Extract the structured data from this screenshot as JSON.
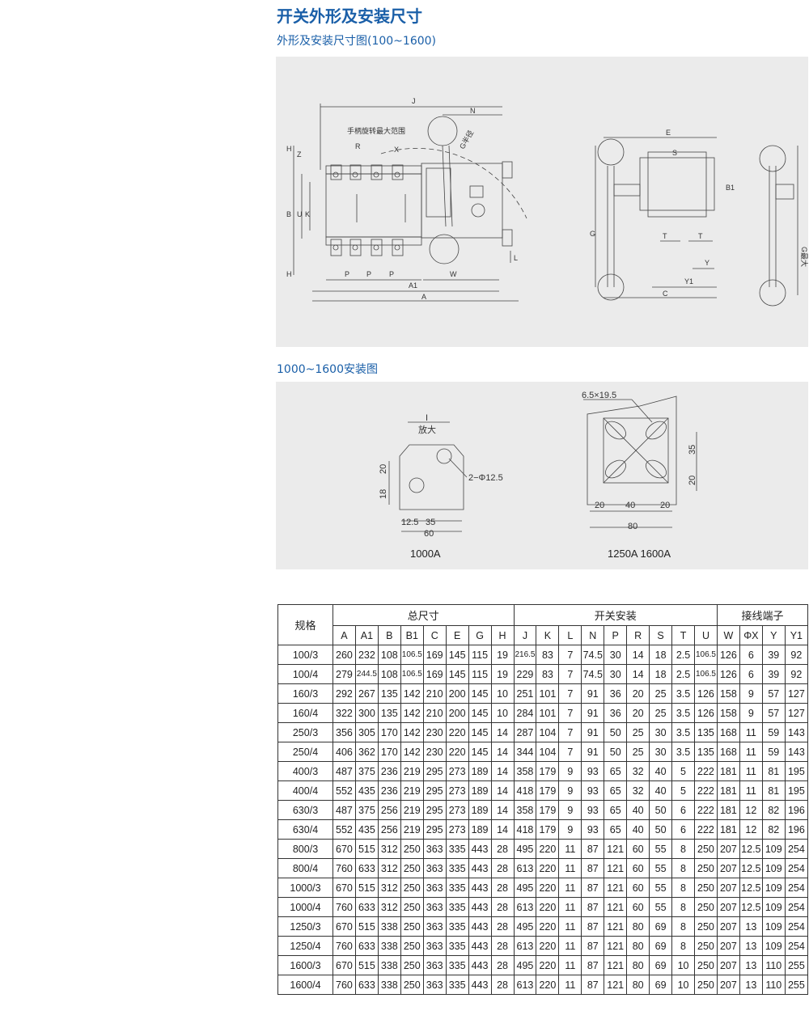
{
  "page": {
    "title": "开关外形及安装尺寸",
    "section1_title": "外形及安装尺寸图(100~1600)",
    "section2_title": "1000~1600安装图"
  },
  "drawing1": {
    "labels": {
      "J": "J",
      "N": "N",
      "handle_range": "手柄旋转最大范围",
      "G_radius": "G半径",
      "R": "R",
      "X": "X",
      "H": "H",
      "Z": "Z",
      "B": "B",
      "U": "U",
      "K": "K",
      "P": "P",
      "W": "W",
      "A1": "A1",
      "A": "A",
      "L": "L",
      "E": "E",
      "S": "S",
      "B1": "B1",
      "G": "G",
      "T": "T",
      "Y": "Y",
      "Y1": "Y1",
      "C": "C",
      "G_max": "G最大"
    }
  },
  "drawing2": {
    "I": "I",
    "enlarge": "放大",
    "d20": "20",
    "d18": "18",
    "hole": "2−Φ12.5",
    "d12_5": "12.5",
    "d35": "35",
    "d60": "60",
    "cap_left": "1000A",
    "slot": "6.5×19.5",
    "r35": "35",
    "r20": "20",
    "b20a": "20",
    "b40": "40",
    "b20b": "20",
    "b80": "80",
    "cap_right": "1250A  1600A"
  },
  "table": {
    "spec_header": "规格",
    "groups": [
      "总尺寸",
      "开关安装",
      "接线端子"
    ],
    "columns": [
      "A",
      "A1",
      "B",
      "B1",
      "C",
      "E",
      "G",
      "H",
      "J",
      "K",
      "L",
      "N",
      "P",
      "R",
      "S",
      "T",
      "U",
      "W",
      "ΦX",
      "Y",
      "Y1"
    ],
    "rows": [
      [
        "100/3",
        "260",
        "232",
        "108",
        "106.5",
        "169",
        "145",
        "115",
        "19",
        "216.5",
        "83",
        "7",
        "74.5",
        "30",
        "14",
        "18",
        "2.5",
        "106.5",
        "126",
        "6",
        "39",
        "92"
      ],
      [
        "100/4",
        "279",
        "244.5",
        "108",
        "106.5",
        "169",
        "145",
        "115",
        "19",
        "229",
        "83",
        "7",
        "74.5",
        "30",
        "14",
        "18",
        "2.5",
        "106.5",
        "126",
        "6",
        "39",
        "92"
      ],
      [
        "160/3",
        "292",
        "267",
        "135",
        "142",
        "210",
        "200",
        "145",
        "10",
        "251",
        "101",
        "7",
        "91",
        "36",
        "20",
        "25",
        "3.5",
        "126",
        "158",
        "9",
        "57",
        "127"
      ],
      [
        "160/4",
        "322",
        "300",
        "135",
        "142",
        "210",
        "200",
        "145",
        "10",
        "284",
        "101",
        "7",
        "91",
        "36",
        "20",
        "25",
        "3.5",
        "126",
        "158",
        "9",
        "57",
        "127"
      ],
      [
        "250/3",
        "356",
        "305",
        "170",
        "142",
        "230",
        "220",
        "145",
        "14",
        "287",
        "104",
        "7",
        "91",
        "50",
        "25",
        "30",
        "3.5",
        "135",
        "168",
        "11",
        "59",
        "143"
      ],
      [
        "250/4",
        "406",
        "362",
        "170",
        "142",
        "230",
        "220",
        "145",
        "14",
        "344",
        "104",
        "7",
        "91",
        "50",
        "25",
        "30",
        "3.5",
        "135",
        "168",
        "11",
        "59",
        "143"
      ],
      [
        "400/3",
        "487",
        "375",
        "236",
        "219",
        "295",
        "273",
        "189",
        "14",
        "358",
        "179",
        "9",
        "93",
        "65",
        "32",
        "40",
        "5",
        "222",
        "181",
        "11",
        "81",
        "195"
      ],
      [
        "400/4",
        "552",
        "435",
        "236",
        "219",
        "295",
        "273",
        "189",
        "14",
        "418",
        "179",
        "9",
        "93",
        "65",
        "32",
        "40",
        "5",
        "222",
        "181",
        "11",
        "81",
        "195"
      ],
      [
        "630/3",
        "487",
        "375",
        "256",
        "219",
        "295",
        "273",
        "189",
        "14",
        "358",
        "179",
        "9",
        "93",
        "65",
        "40",
        "50",
        "6",
        "222",
        "181",
        "12",
        "82",
        "196"
      ],
      [
        "630/4",
        "552",
        "435",
        "256",
        "219",
        "295",
        "273",
        "189",
        "14",
        "418",
        "179",
        "9",
        "93",
        "65",
        "40",
        "50",
        "6",
        "222",
        "181",
        "12",
        "82",
        "196"
      ],
      [
        "800/3",
        "670",
        "515",
        "312",
        "250",
        "363",
        "335",
        "443",
        "28",
        "495",
        "220",
        "11",
        "87",
        "121",
        "60",
        "55",
        "8",
        "250",
        "207",
        "12.5",
        "109",
        "254"
      ],
      [
        "800/4",
        "760",
        "633",
        "312",
        "250",
        "363",
        "335",
        "443",
        "28",
        "613",
        "220",
        "11",
        "87",
        "121",
        "60",
        "55",
        "8",
        "250",
        "207",
        "12.5",
        "109",
        "254"
      ],
      [
        "1000/3",
        "670",
        "515",
        "312",
        "250",
        "363",
        "335",
        "443",
        "28",
        "495",
        "220",
        "11",
        "87",
        "121",
        "60",
        "55",
        "8",
        "250",
        "207",
        "12.5",
        "109",
        "254"
      ],
      [
        "1000/4",
        "760",
        "633",
        "312",
        "250",
        "363",
        "335",
        "443",
        "28",
        "613",
        "220",
        "11",
        "87",
        "121",
        "60",
        "55",
        "8",
        "250",
        "207",
        "12.5",
        "109",
        "254"
      ],
      [
        "1250/3",
        "670",
        "515",
        "338",
        "250",
        "363",
        "335",
        "443",
        "28",
        "495",
        "220",
        "11",
        "87",
        "121",
        "80",
        "69",
        "8",
        "250",
        "207",
        "13",
        "109",
        "254"
      ],
      [
        "1250/4",
        "760",
        "633",
        "338",
        "250",
        "363",
        "335",
        "443",
        "28",
        "613",
        "220",
        "11",
        "87",
        "121",
        "80",
        "69",
        "8",
        "250",
        "207",
        "13",
        "109",
        "254"
      ],
      [
        "1600/3",
        "670",
        "515",
        "338",
        "250",
        "363",
        "335",
        "443",
        "28",
        "495",
        "220",
        "11",
        "87",
        "121",
        "80",
        "69",
        "10",
        "250",
        "207",
        "13",
        "110",
        "255"
      ],
      [
        "1600/4",
        "760",
        "633",
        "338",
        "250",
        "363",
        "335",
        "443",
        "28",
        "613",
        "220",
        "11",
        "87",
        "121",
        "80",
        "69",
        "10",
        "250",
        "207",
        "13",
        "110",
        "255"
      ]
    ]
  }
}
